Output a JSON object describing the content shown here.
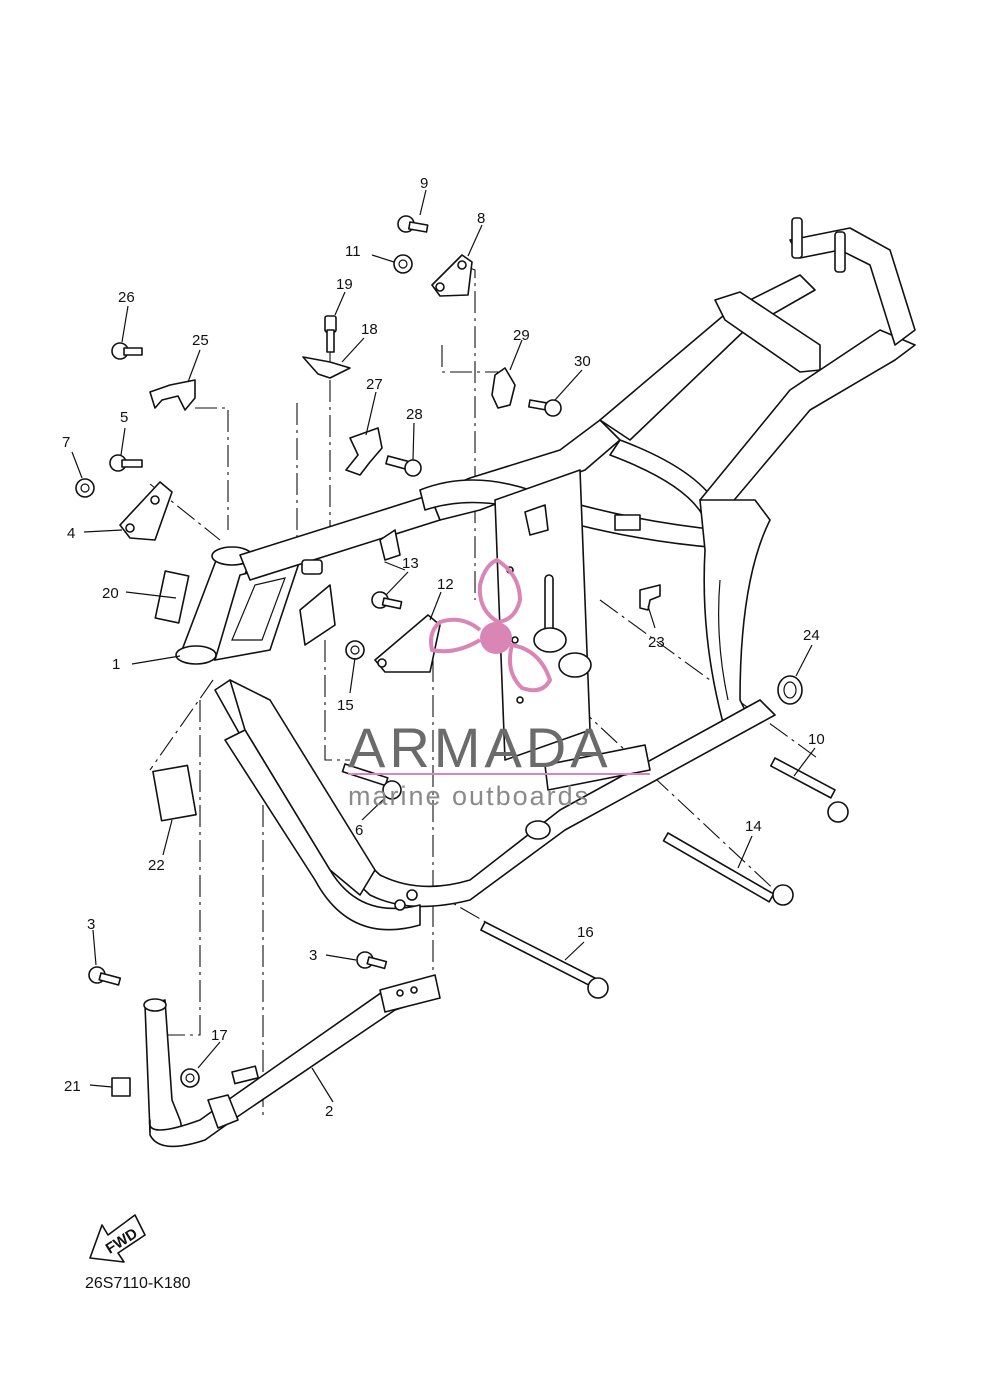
{
  "diagram_code": "26S7110-K180",
  "fwd_label": "FWD",
  "watermark": {
    "brand": "ARMADA",
    "tagline": "marine outboards",
    "color": "#d986b6"
  },
  "callouts": [
    {
      "id": "1",
      "label": "1"
    },
    {
      "id": "2",
      "label": "2"
    },
    {
      "id": "3a",
      "label": "3"
    },
    {
      "id": "3b",
      "label": "3"
    },
    {
      "id": "4",
      "label": "4"
    },
    {
      "id": "5",
      "label": "5"
    },
    {
      "id": "6",
      "label": "6"
    },
    {
      "id": "7",
      "label": "7"
    },
    {
      "id": "8",
      "label": "8"
    },
    {
      "id": "9",
      "label": "9"
    },
    {
      "id": "10",
      "label": "10"
    },
    {
      "id": "11",
      "label": "11"
    },
    {
      "id": "12",
      "label": "12"
    },
    {
      "id": "13",
      "label": "13"
    },
    {
      "id": "14",
      "label": "14"
    },
    {
      "id": "15",
      "label": "15"
    },
    {
      "id": "16",
      "label": "16"
    },
    {
      "id": "17",
      "label": "17"
    },
    {
      "id": "18",
      "label": "18"
    },
    {
      "id": "19",
      "label": "19"
    },
    {
      "id": "20",
      "label": "20"
    },
    {
      "id": "21",
      "label": "21"
    },
    {
      "id": "22",
      "label": "22"
    },
    {
      "id": "23",
      "label": "23"
    },
    {
      "id": "24",
      "label": "24"
    },
    {
      "id": "25",
      "label": "25"
    },
    {
      "id": "26",
      "label": "26"
    },
    {
      "id": "27",
      "label": "27"
    },
    {
      "id": "28",
      "label": "28"
    },
    {
      "id": "29",
      "label": "29"
    },
    {
      "id": "30",
      "label": "30"
    }
  ]
}
